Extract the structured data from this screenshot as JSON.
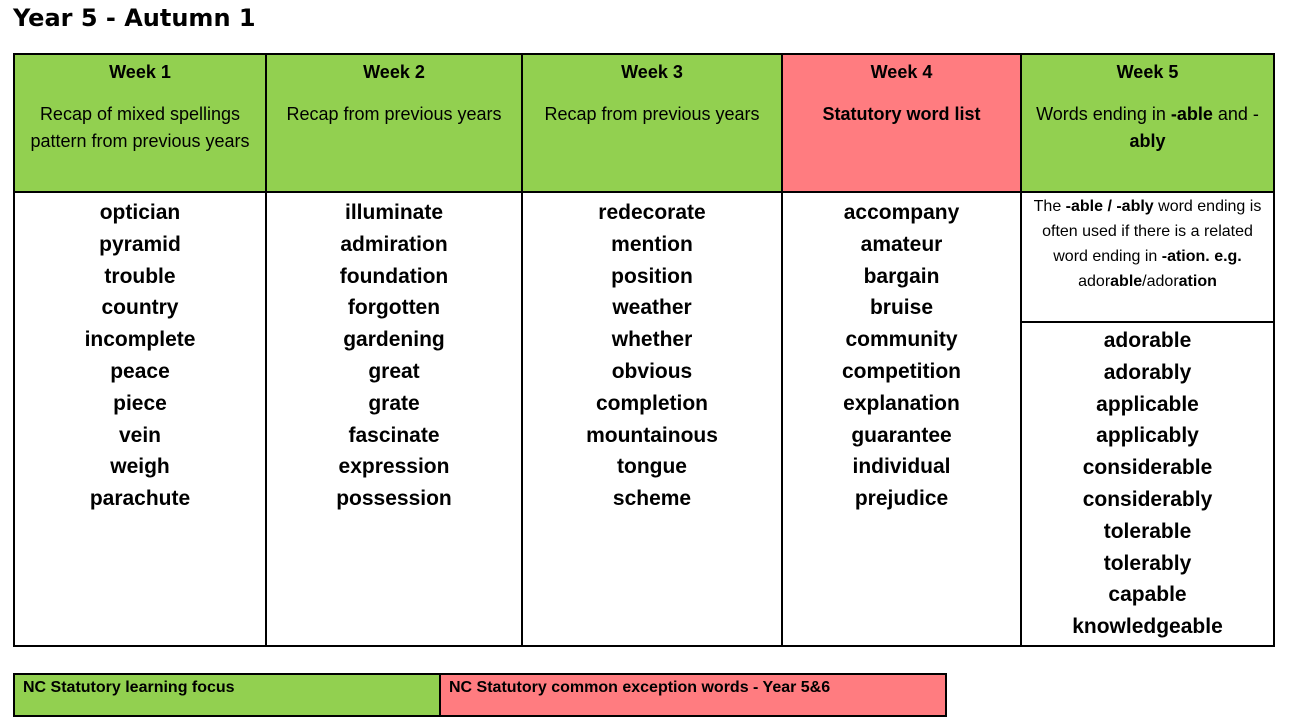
{
  "title": "Year 5 - Autumn 1",
  "colors": {
    "green": "#92d050",
    "red": "#ff7c80"
  },
  "weeks": [
    {
      "label": "Week 1",
      "topic": "Recap of mixed spellings pattern from previous years",
      "words": [
        "optician",
        "pyramid",
        "trouble",
        "country",
        "incomplete",
        "peace",
        "piece",
        "vein",
        "weigh",
        "parachute"
      ]
    },
    {
      "label": "Week 2",
      "topic": "Recap from previous years",
      "words": [
        "illuminate",
        "admiration",
        "foundation",
        "forgotten",
        "gardening",
        "great",
        "grate",
        "fascinate",
        "expression",
        "possession"
      ]
    },
    {
      "label": "Week 3",
      "topic": "Recap from previous years",
      "words": [
        "redecorate",
        "mention",
        "position",
        "weather",
        "whether",
        "obvious",
        "completion",
        "mountainous",
        "tongue",
        "scheme"
      ]
    },
    {
      "label": "Week 4",
      "topic": "Statutory word list",
      "words": [
        "accompany",
        "amateur",
        "bargain",
        "bruise",
        "community",
        "competition",
        "explanation",
        "guarantee",
        "individual",
        "prejudice"
      ]
    },
    {
      "label": "Week 5",
      "topic_pre": "Words ending in ",
      "topic_b1": "-able",
      "topic_mid": " and - ",
      "topic_b2": "ably",
      "rule": {
        "t1": "The ",
        "b1": "-able / -ably",
        "t2": " word ending is often used if there is a related word ending in ",
        "b2": "-ation. e.g.",
        "t3": " ador",
        "b3": "able",
        "t4": "/ador",
        "b4": "ation"
      },
      "words": [
        "adorable",
        "adorably",
        "applicable",
        "applicably",
        "considerable",
        "considerably",
        "tolerable",
        "tolerably",
        "capable",
        "knowledgeable"
      ]
    }
  ],
  "legend": {
    "green_label": "NC Statutory learning focus",
    "red_label": "NC Statutory common exception words - Year 5&6"
  }
}
